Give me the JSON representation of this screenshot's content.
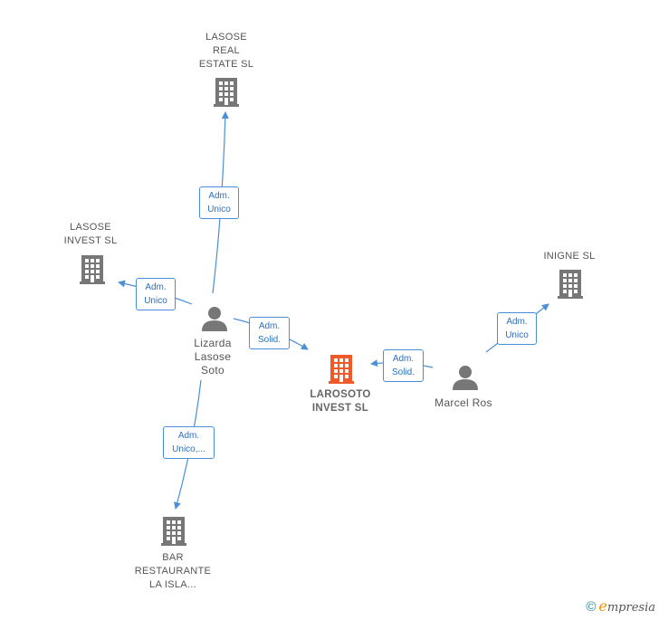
{
  "nodes": {
    "lasose_real_estate": {
      "label": "LASOSE\nREAL\nESTATE  SL",
      "icon": "building-icon",
      "color": "#777777"
    },
    "lasose_invest": {
      "label": "LASOSE\nINVEST  SL",
      "icon": "building-icon",
      "color": "#777777"
    },
    "inigne": {
      "label": "INIGNE  SL",
      "icon": "building-icon",
      "color": "#777777"
    },
    "larosoto_invest": {
      "label": "LAROSOTO\nINVEST  SL",
      "icon": "building-icon",
      "color": "#f05a28"
    },
    "bar_restaurante": {
      "label": "BAR\nRESTAURANTE\nLA ISLA...",
      "icon": "building-icon",
      "color": "#777777"
    },
    "lizarda": {
      "label": "Lizarda\nLasose\nSoto",
      "icon": "person-icon",
      "color": "#777777"
    },
    "marcel": {
      "label": "Marcel Ros",
      "icon": "person-icon",
      "color": "#777777"
    }
  },
  "edges": [
    {
      "id": "lizarda_to_real_estate",
      "label": "Adm.\nUnico"
    },
    {
      "id": "lizarda_to_lasose_invest",
      "label": "Adm.\nUnico"
    },
    {
      "id": "lizarda_to_larosoto",
      "label": "Adm.\nSolid."
    },
    {
      "id": "lizarda_to_bar",
      "label": "Adm.\nUnico,..."
    },
    {
      "id": "marcel_to_larosoto",
      "label": "Adm.\nSolid."
    },
    {
      "id": "marcel_to_inigne",
      "label": "Adm.\nUnico"
    }
  ],
  "colors": {
    "edge": "#4a8fd8",
    "node": "#777777",
    "highlight": "#f05a28"
  },
  "brand": {
    "copyright": "©",
    "initial": "e",
    "rest": "mpresia"
  }
}
